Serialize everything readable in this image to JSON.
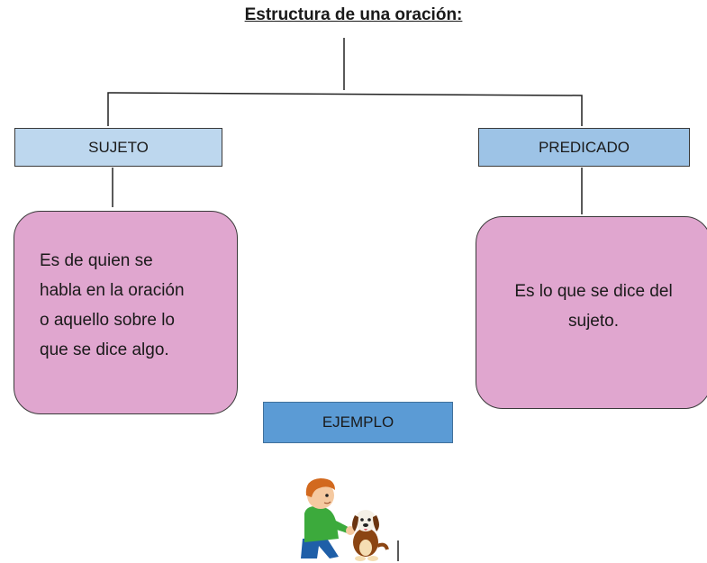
{
  "title": "Estructura de una oración:",
  "boxes": {
    "sujeto_label": "SUJETO",
    "predicado_label": "PREDICADO",
    "ejemplo_label": "EJEMPLO"
  },
  "definitions": {
    "sujeto_lines": [
      "Es de quien se",
      "habla en la oración",
      "o aquello sobre lo",
      "que se dice algo."
    ],
    "predicado_lines": [
      "Es lo que se dice del",
      "sujeto."
    ]
  },
  "illustration": {
    "subject": "boy-with-dog-illustration"
  },
  "colors": {
    "sujeto_box": "#bdd7ee",
    "predicado_box": "#9dc3e6",
    "definition_box": "#e0a6cf",
    "ejemplo_box": "#5b9bd5"
  }
}
